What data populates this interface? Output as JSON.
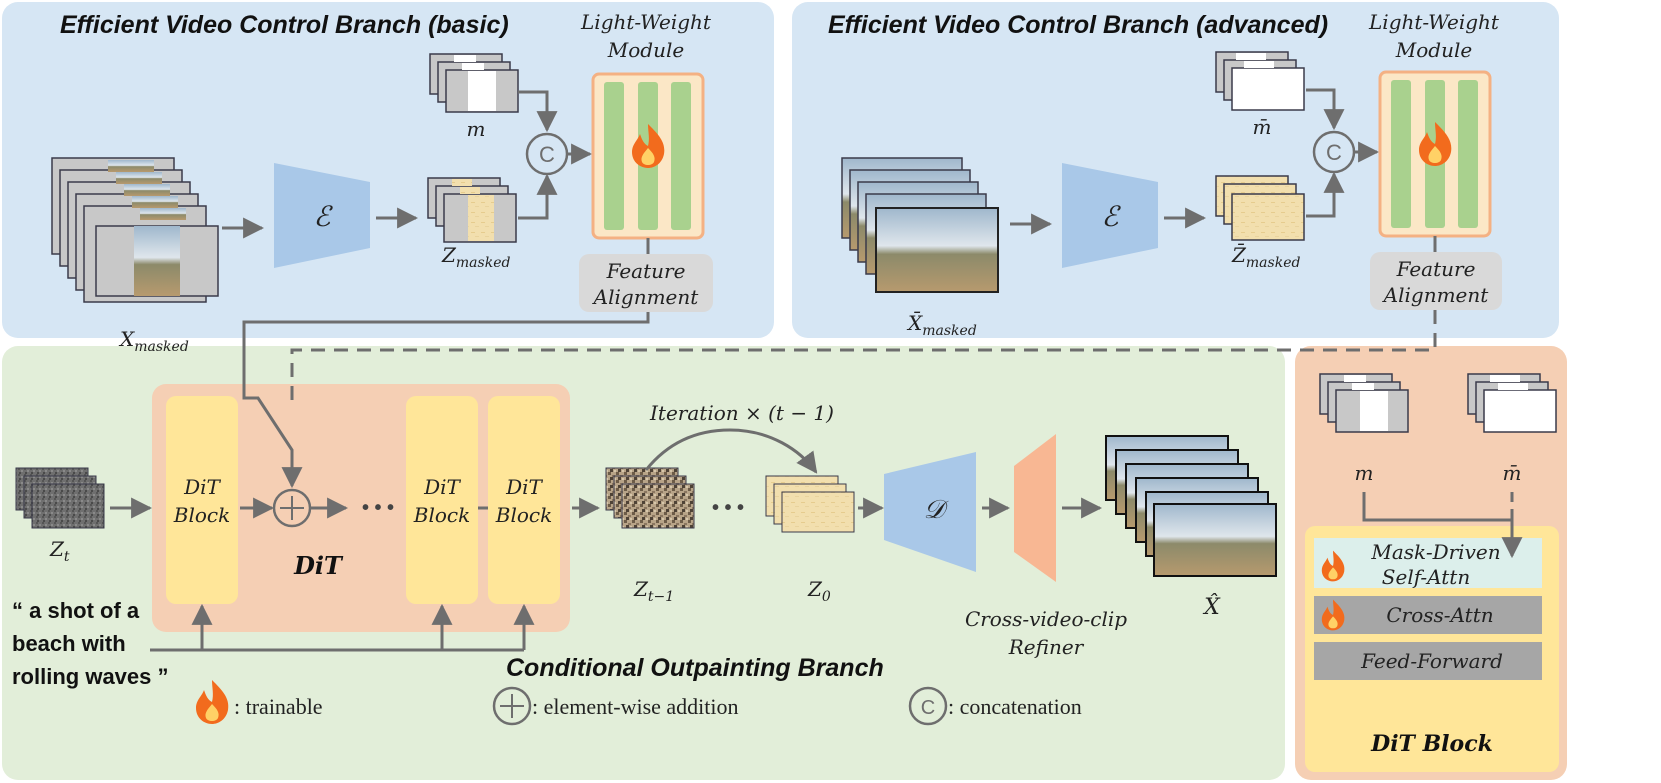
{
  "basic_branch": {
    "title": "Efficient Video Control Branch (basic)",
    "lwm_title_line1": "Light-Weight",
    "lwm_title_line2": "Module",
    "mask_label": "m",
    "encoder_label": "ℰ",
    "input_label": "X",
    "input_sub": "masked",
    "latent_label": "Z",
    "latent_sub": "masked",
    "concat_symbol": "C",
    "feature_align_line1": "Feature",
    "feature_align_line2": "Alignment"
  },
  "advanced_branch": {
    "title": "Efficient Video Control Branch (advanced)",
    "lwm_title_line1": "Light-Weight",
    "lwm_title_line2": "Module",
    "mask_label": "m̄",
    "encoder_label": "ℰ",
    "input_label": "X̄",
    "input_sub": "masked",
    "latent_label": "Z̄",
    "latent_sub": "masked",
    "concat_symbol": "C",
    "feature_align_line1": "Feature",
    "feature_align_line2": "Alignment"
  },
  "outpainting_branch": {
    "title": "Conditional Outpainting Branch",
    "zt_label": "Z",
    "zt_sub": "t",
    "dit_block_line1": "DiT",
    "dit_block_line2": "Block",
    "dit_label": "DiT",
    "ellipsis": "• • •",
    "iteration_label": "Iteration × (t − 1)",
    "z_prev_label": "Z",
    "z_prev_sub": "t−1",
    "z0_label": "Z",
    "z0_sub": "0",
    "decoder_label": "𝒟",
    "refiner_line1": "Cross-video-clip",
    "refiner_line2": "Refiner",
    "output_label": "X̂",
    "prompt_line1": "“ a shot of a",
    "prompt_line2": "beach with",
    "prompt_line3": "rolling waves ”"
  },
  "dit_detail": {
    "mask_left_label": "m",
    "mask_right_label": "m̄",
    "mask_attn_line1": "Mask-Driven",
    "mask_attn_line2": "Self-Attn",
    "cross_attn": "Cross-Attn",
    "feed_forward": "Feed-Forward",
    "block_title": "DiT Block"
  },
  "legend": {
    "trainable": ": trainable",
    "addition": ": element-wise addition",
    "concat": ": concatenation",
    "concat_symbol": "C"
  },
  "colors": {
    "blue_panel": "#d6e6f4",
    "green_panel": "#e2eed9",
    "orange_panel": "#f5cfb4",
    "dit_block": "#ffe699",
    "encoder": "#a9c8e8",
    "lwm_bar": "#a9d18e",
    "arrow": "#6e6e6e"
  }
}
